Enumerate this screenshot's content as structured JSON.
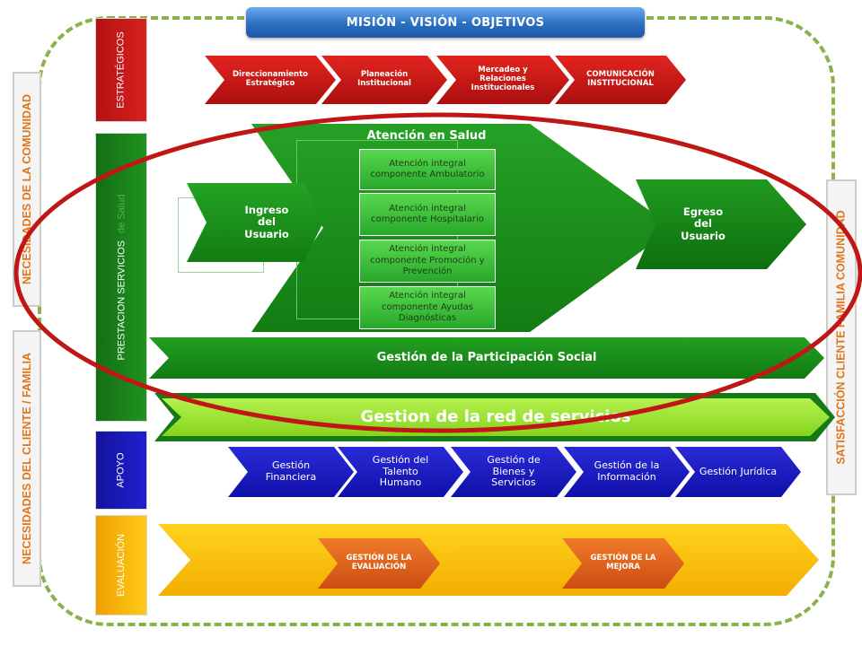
{
  "header": {
    "title": "MISIÓN - VISIÓN - OBJETIVOS"
  },
  "left_bars": [
    {
      "label": "NECESIDADES DE LA COMUNIDAD"
    },
    {
      "label": "NECESIDADES DEL CLIENTE / FAMILIA"
    }
  ],
  "right_bar": {
    "label": "SATISFACCIÓN CLIENTE FAMILIA COMUNIDAD"
  },
  "categories": {
    "estrategicos": "ESTRATÉGICOS",
    "prestacion": "PRESTACION SERVICIOS",
    "prestacion_faded": "de Salud",
    "apoyo": "APOYO",
    "evaluacion": "EVALUACIÓN"
  },
  "strategic": [
    {
      "label": "Direccionamiento Estratégico"
    },
    {
      "label": "Planeación Institucional"
    },
    {
      "label": "Mercadeo y Relaciones Institucionales"
    },
    {
      "label": "COMUNICACIÓN INSTITUCIONAL"
    }
  ],
  "services": {
    "title": "Atención en Salud",
    "ingreso": "Ingreso del Usuario",
    "egreso": "Egreso del Usuario",
    "components": [
      {
        "label": "Atención integral componente Ambulatorio"
      },
      {
        "label": "Atención integral componente Hospitalario"
      },
      {
        "label": "Atención integral componente Promoción y Prevención"
      },
      {
        "label": "Atención integral componente Ayudas Diagnósticas"
      }
    ],
    "participacion": "Gestión de la Participación Social",
    "red": "Gestion de la red de servicios"
  },
  "support": [
    {
      "label": "Gestión Financiera"
    },
    {
      "label": "Gestión del Talento Humano"
    },
    {
      "label": "Gestión de Bienes y Servicios"
    },
    {
      "label": "Gestión de la Información"
    },
    {
      "label": "Gestión Jurídica"
    }
  ],
  "evaluation": [
    {
      "label": "GESTIÓN DE LA EVALUACIÓN"
    },
    {
      "label": "GESTIÓN DE LA MEJORA"
    }
  ],
  "colors": {
    "border": "#8ab14a",
    "header": "#2a6fc0",
    "strategic": "#c01616",
    "services": "#1d8a1d",
    "red_bar": "#9be534",
    "support": "#1717c0",
    "evaluation": "#f5c000",
    "eval_boxes": "#e0621c",
    "highlight": "#c01616"
  }
}
